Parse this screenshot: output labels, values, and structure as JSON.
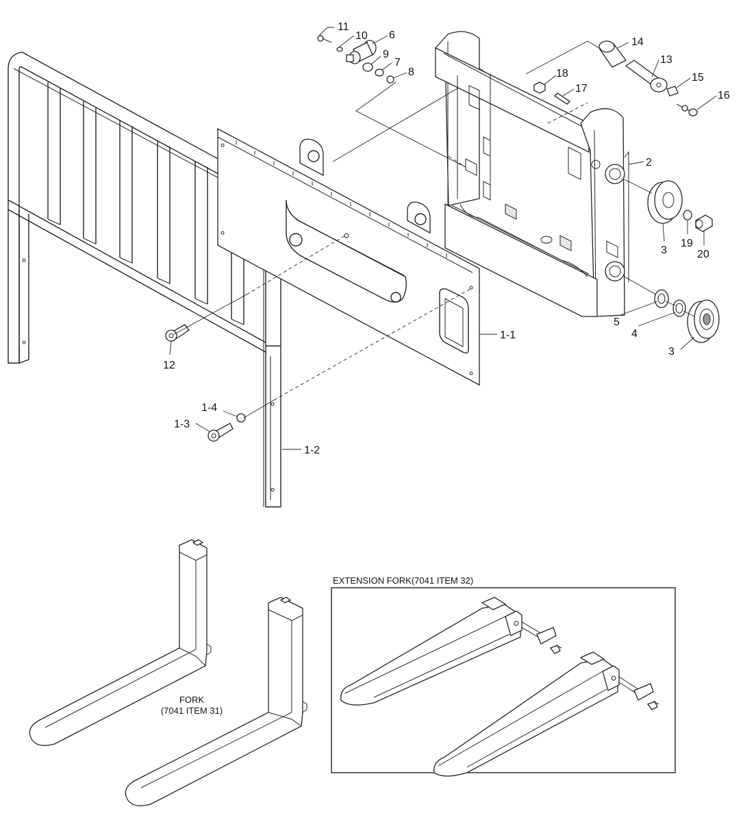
{
  "callouts": {
    "c1_1": "1-1",
    "c1_2": "1-2",
    "c1_3": "1-3",
    "c1_4": "1-4",
    "c2": "2",
    "c3a": "3",
    "c3b": "3",
    "c4": "4",
    "c5": "5",
    "c6": "6",
    "c7": "7",
    "c8": "8",
    "c9": "9",
    "c10": "10",
    "c11": "11",
    "c12": "12",
    "c13": "13",
    "c14": "14",
    "c15": "15",
    "c16": "16",
    "c17": "17",
    "c18": "18",
    "c19": "19",
    "c20": "20"
  },
  "captions": {
    "fork_line1": "FORK",
    "fork_line2": "(7041 ITEM 31)",
    "extension_title": "EXTENSION FORK(7041 ITEM 32)"
  }
}
